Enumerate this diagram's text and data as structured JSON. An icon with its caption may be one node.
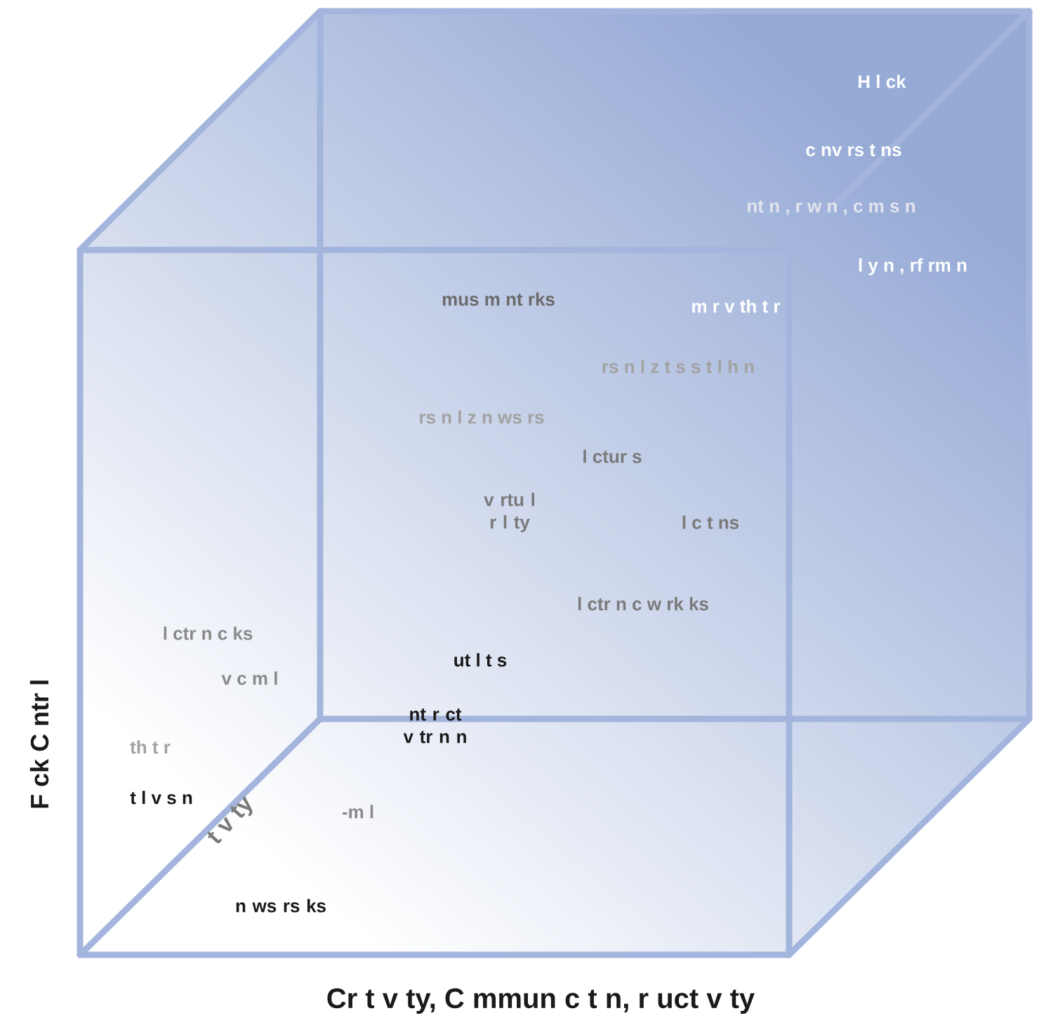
{
  "diagram": {
    "labels": [
      "H l ck",
      "c nv rs t ns",
      "nt n , r w n , c m s n",
      "l y n , rf rm n",
      "mus m nt rks",
      "m r v th t r",
      "rs n l z t s s t l h n",
      "rs n l z n ws rs",
      "l ctur s",
      "v rtu l r l ty",
      "l c t ns",
      "l ctr n c w rk ks",
      "l ctr n c ks",
      "v c m l",
      "ut l t s",
      "nt r ct v tr n n",
      "th t r",
      "t l v s n",
      "t v ty",
      "-m l",
      "n ws rs ks",
      "F ck C ntr l",
      "Cr t v ty, C mmun c t n, r uct v ty"
    ]
  }
}
